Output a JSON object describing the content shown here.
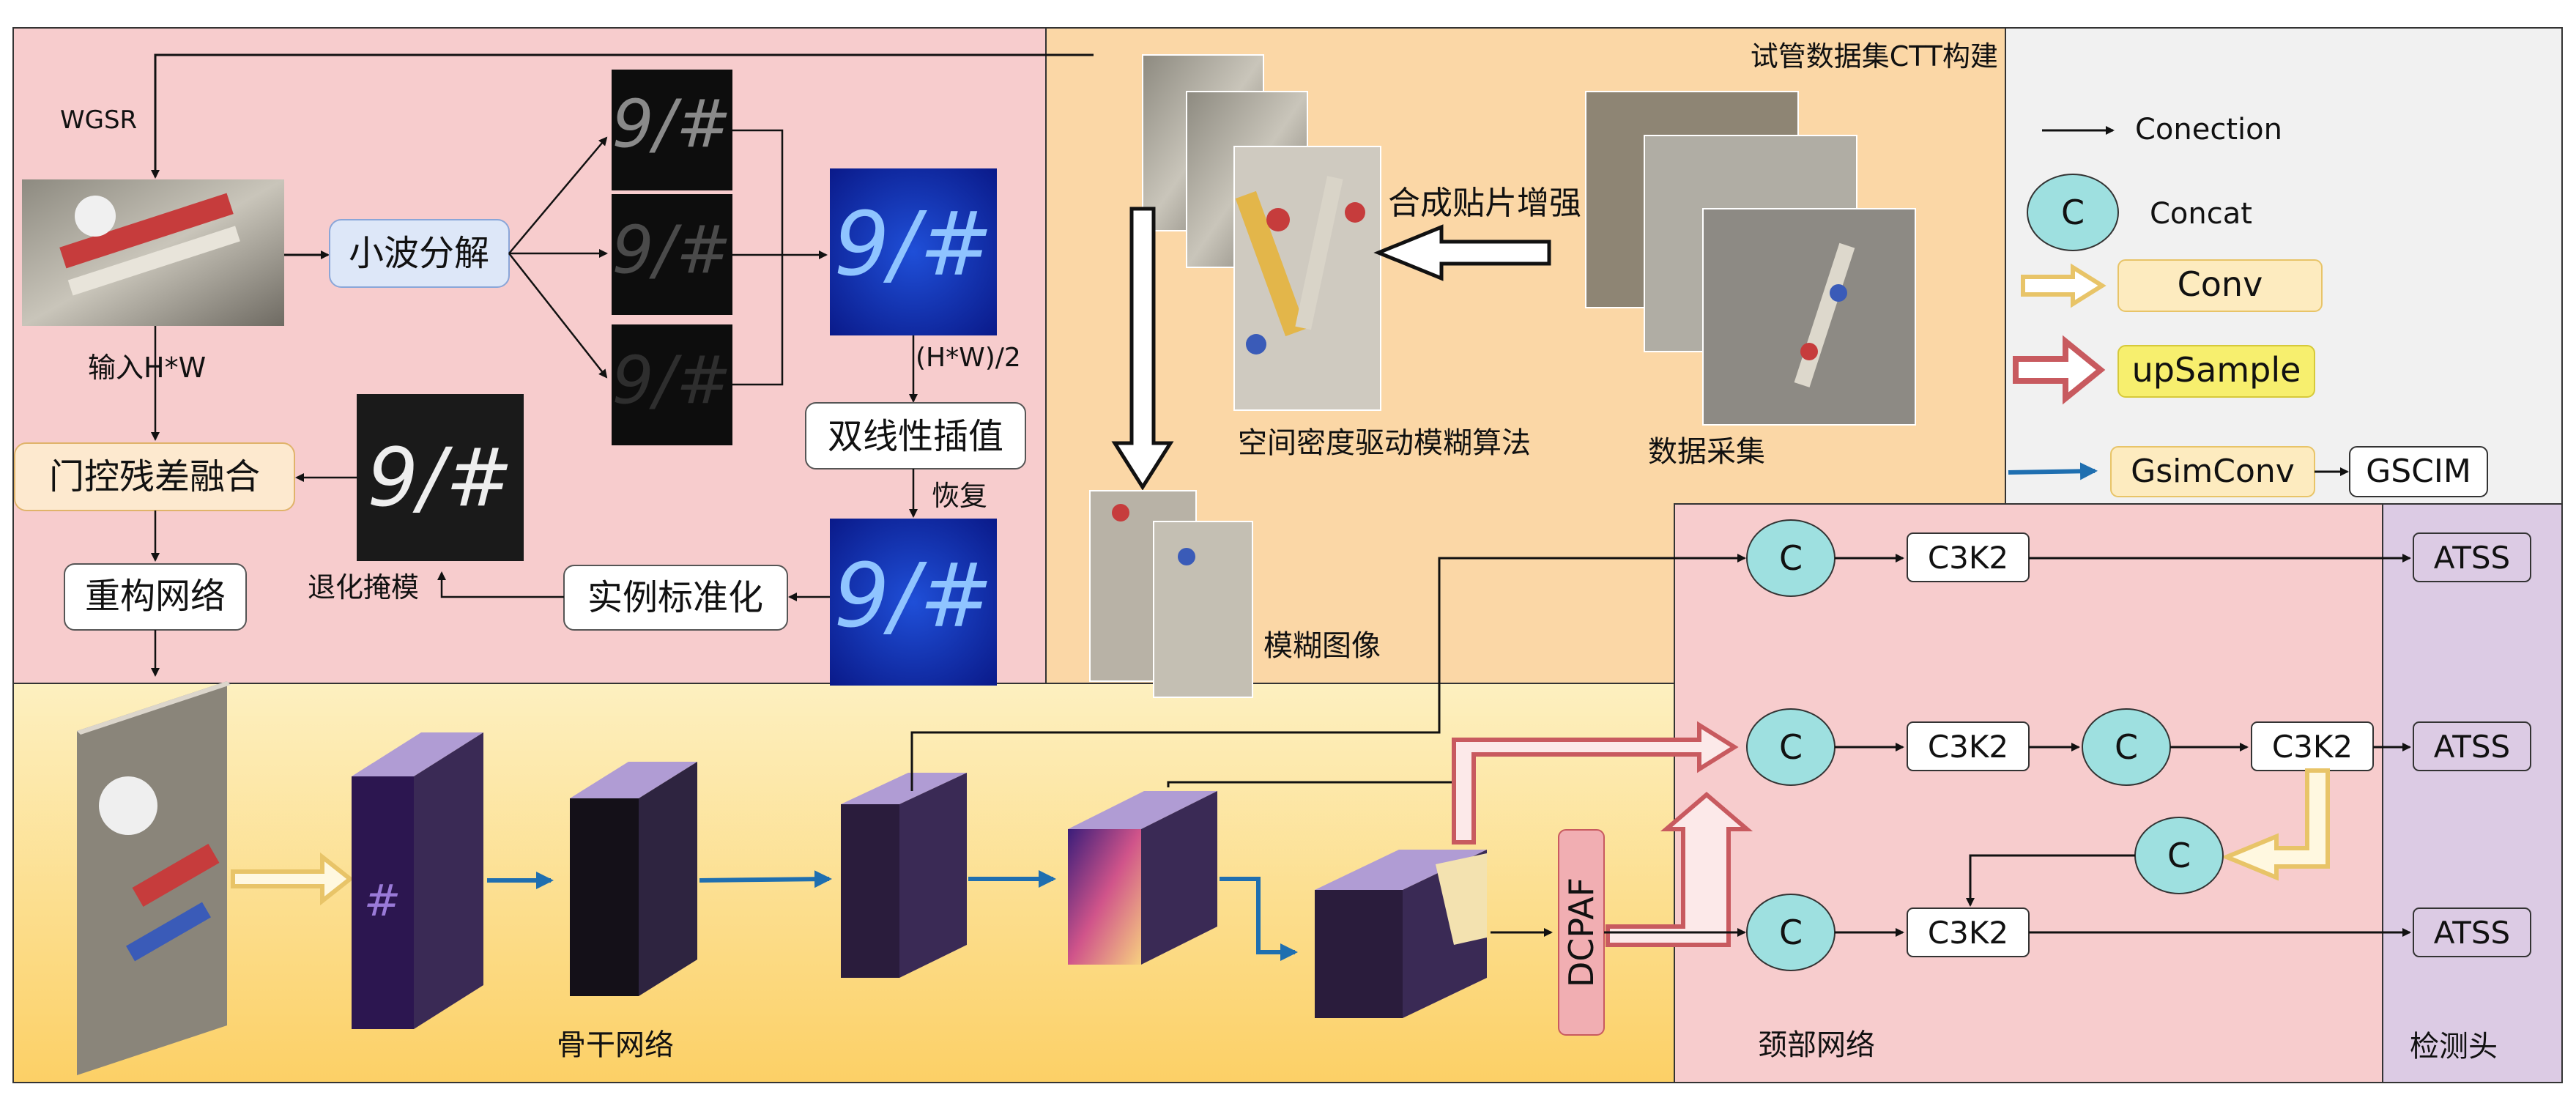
{
  "diagram": {
    "wavelet_section": {
      "label_wgsr": "WGSR",
      "input_label": "输入H*W",
      "wavelet_decomp": "小波分解",
      "bilinear": "双线性插值",
      "half_size": "(H*W)/2",
      "recover": "恢复",
      "instance_norm": "实例标准化",
      "degrade_mask": "退化掩模",
      "gated_fusion": "门控残差融合",
      "recon_net": "重构网络"
    },
    "dataset_section": {
      "title": "试管数据集CTT构建",
      "mosaic_aug": "合成贴片增强",
      "density_blur": "空间密度驱动模糊算法",
      "data_collect": "数据采集",
      "blur_image": "模糊图像"
    },
    "legend": {
      "connection": "Conection",
      "concat_symbol": "C",
      "concat": "Concat",
      "conv": "Conv",
      "upsample": "upSample",
      "gsimconv": "GsimConv",
      "gscim": "GSCIM"
    },
    "backbone": {
      "label": "骨干网络",
      "dcpaf": "DCPAF"
    },
    "neck": {
      "label": "颈部网络",
      "concat_symbol": "C",
      "c3k2": "C3K2"
    },
    "head": {
      "label": "检测头",
      "atss": "ATSS"
    },
    "colors": {
      "pink_bg": "#f7cccd",
      "peach_bg": "#fbd7a6",
      "gold_top": "#fdf0c0",
      "gold_bottom": "#fcd066",
      "purple_bg": "#dccbe4",
      "concat_fill": "#9ee0e0",
      "conv_arrow": "#e8c468",
      "upsample_arrow": "#c85a5f",
      "gsim_arrow": "#1f6fb0",
      "wavelet_box": "#dde7f8",
      "gated_box": "#fde9cf"
    }
  }
}
